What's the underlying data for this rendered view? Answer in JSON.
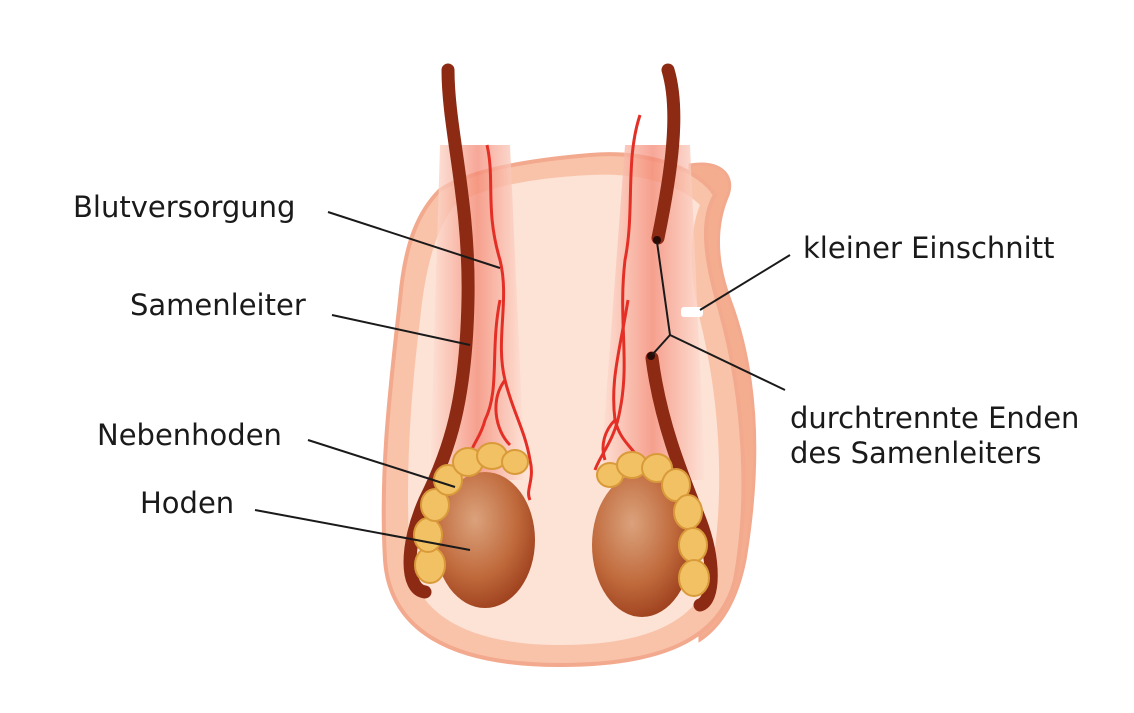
{
  "labels": {
    "blood_supply": "Blutversorgung",
    "vas_deferens": "Samenleiter",
    "epididymis": "Nebenhoden",
    "testis": "Hoden",
    "small_incision": "kleiner Einschnitt",
    "cut_ends_line1": "durchtrennte Enden",
    "cut_ends_line2": "des Samenleiters"
  },
  "colors": {
    "skin_outer": "#f9c3a9",
    "skin_inner": "#fde2d6",
    "skin_outline": "#f2a98d",
    "testis": "#b9572d",
    "epididymis": "#f1c164",
    "vas": "#8c2a14",
    "artery": "#e42f26"
  }
}
